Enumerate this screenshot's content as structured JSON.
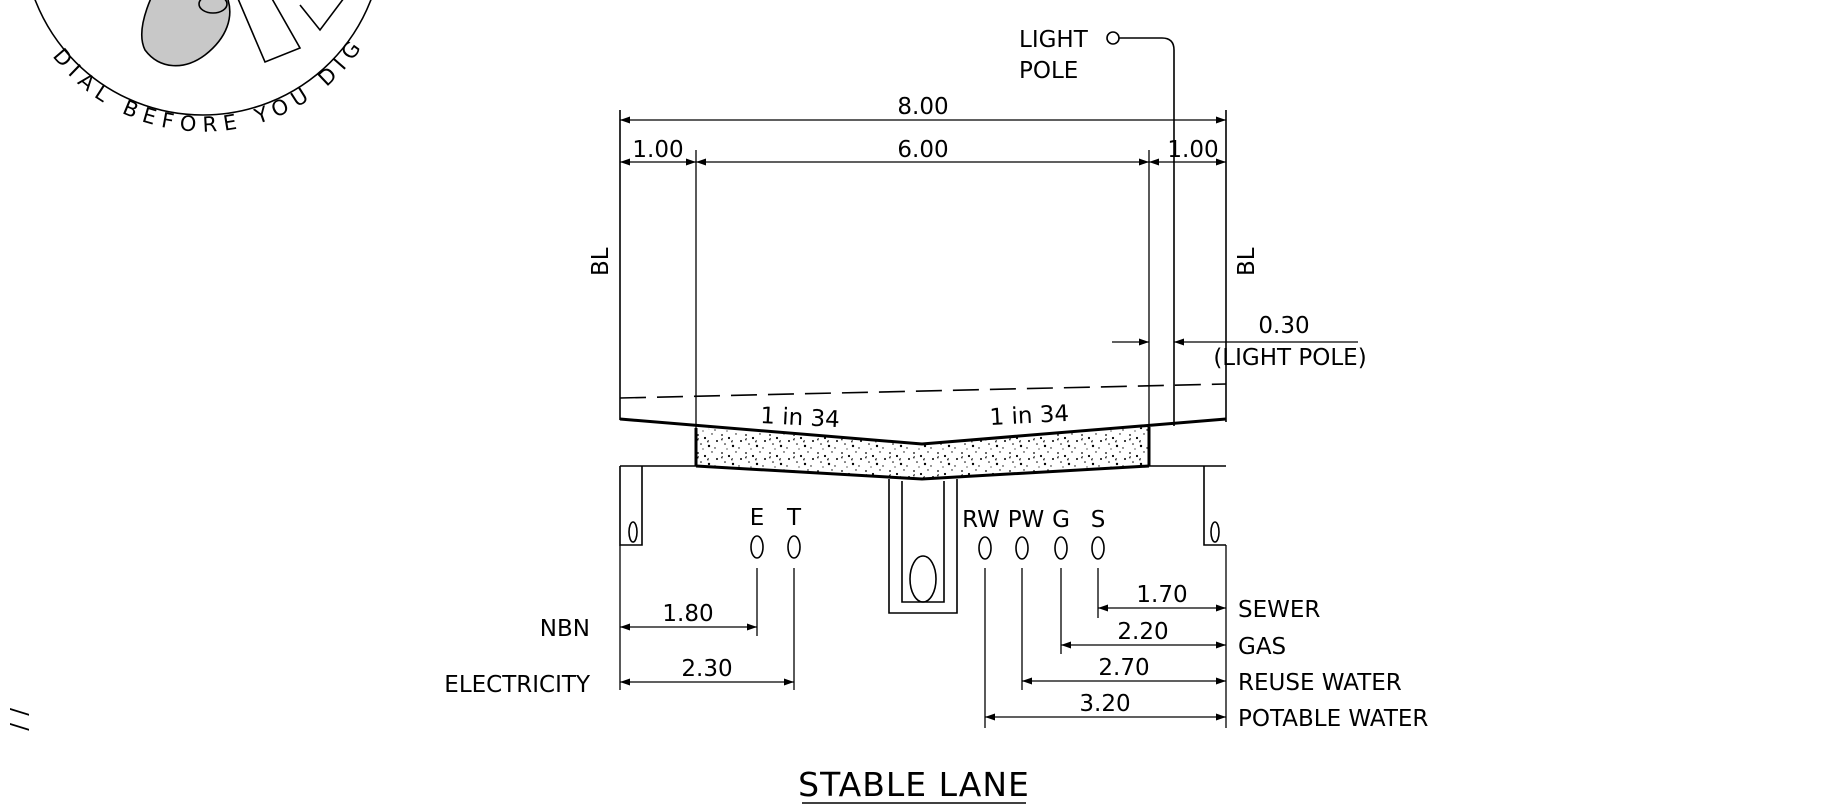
{
  "logo": {
    "ring_text": "DIAL BEFORE YOU DIG"
  },
  "light_pole": {
    "label_line1": "LIGHT",
    "label_line2": "POLE"
  },
  "dimensions": {
    "overall": "8.00",
    "left_verge": "1.00",
    "carriageway": "6.00",
    "right_verge": "1.00",
    "light_pole_offset": "0.30",
    "light_pole_offset_note": "(LIGHT POLE)",
    "nbn": "1.80",
    "electricity": "2.30",
    "sewer": "1.70",
    "gas": "2.20",
    "reuse_water": "2.70",
    "potable_water": "3.20"
  },
  "boundary": {
    "left": "BL",
    "right": "BL"
  },
  "crossfall": {
    "left": "1 in 34",
    "right": "1 in 34"
  },
  "service_codes": {
    "e": "E",
    "t": "T",
    "rw": "RW",
    "pw": "PW",
    "g": "G",
    "s": "S"
  },
  "service_labels": {
    "nbn": "NBN",
    "electricity": "ELECTRICITY",
    "sewer": "SEWER",
    "gas": "GAS",
    "reuse_water": "REUSE WATER",
    "potable_water": "POTABLE WATER"
  },
  "title": "STABLE LANE",
  "edge_mark": "/ /",
  "colors": {
    "ink": "#000000",
    "logo_fill": "#c8c8c8",
    "paper": "#ffffff"
  }
}
